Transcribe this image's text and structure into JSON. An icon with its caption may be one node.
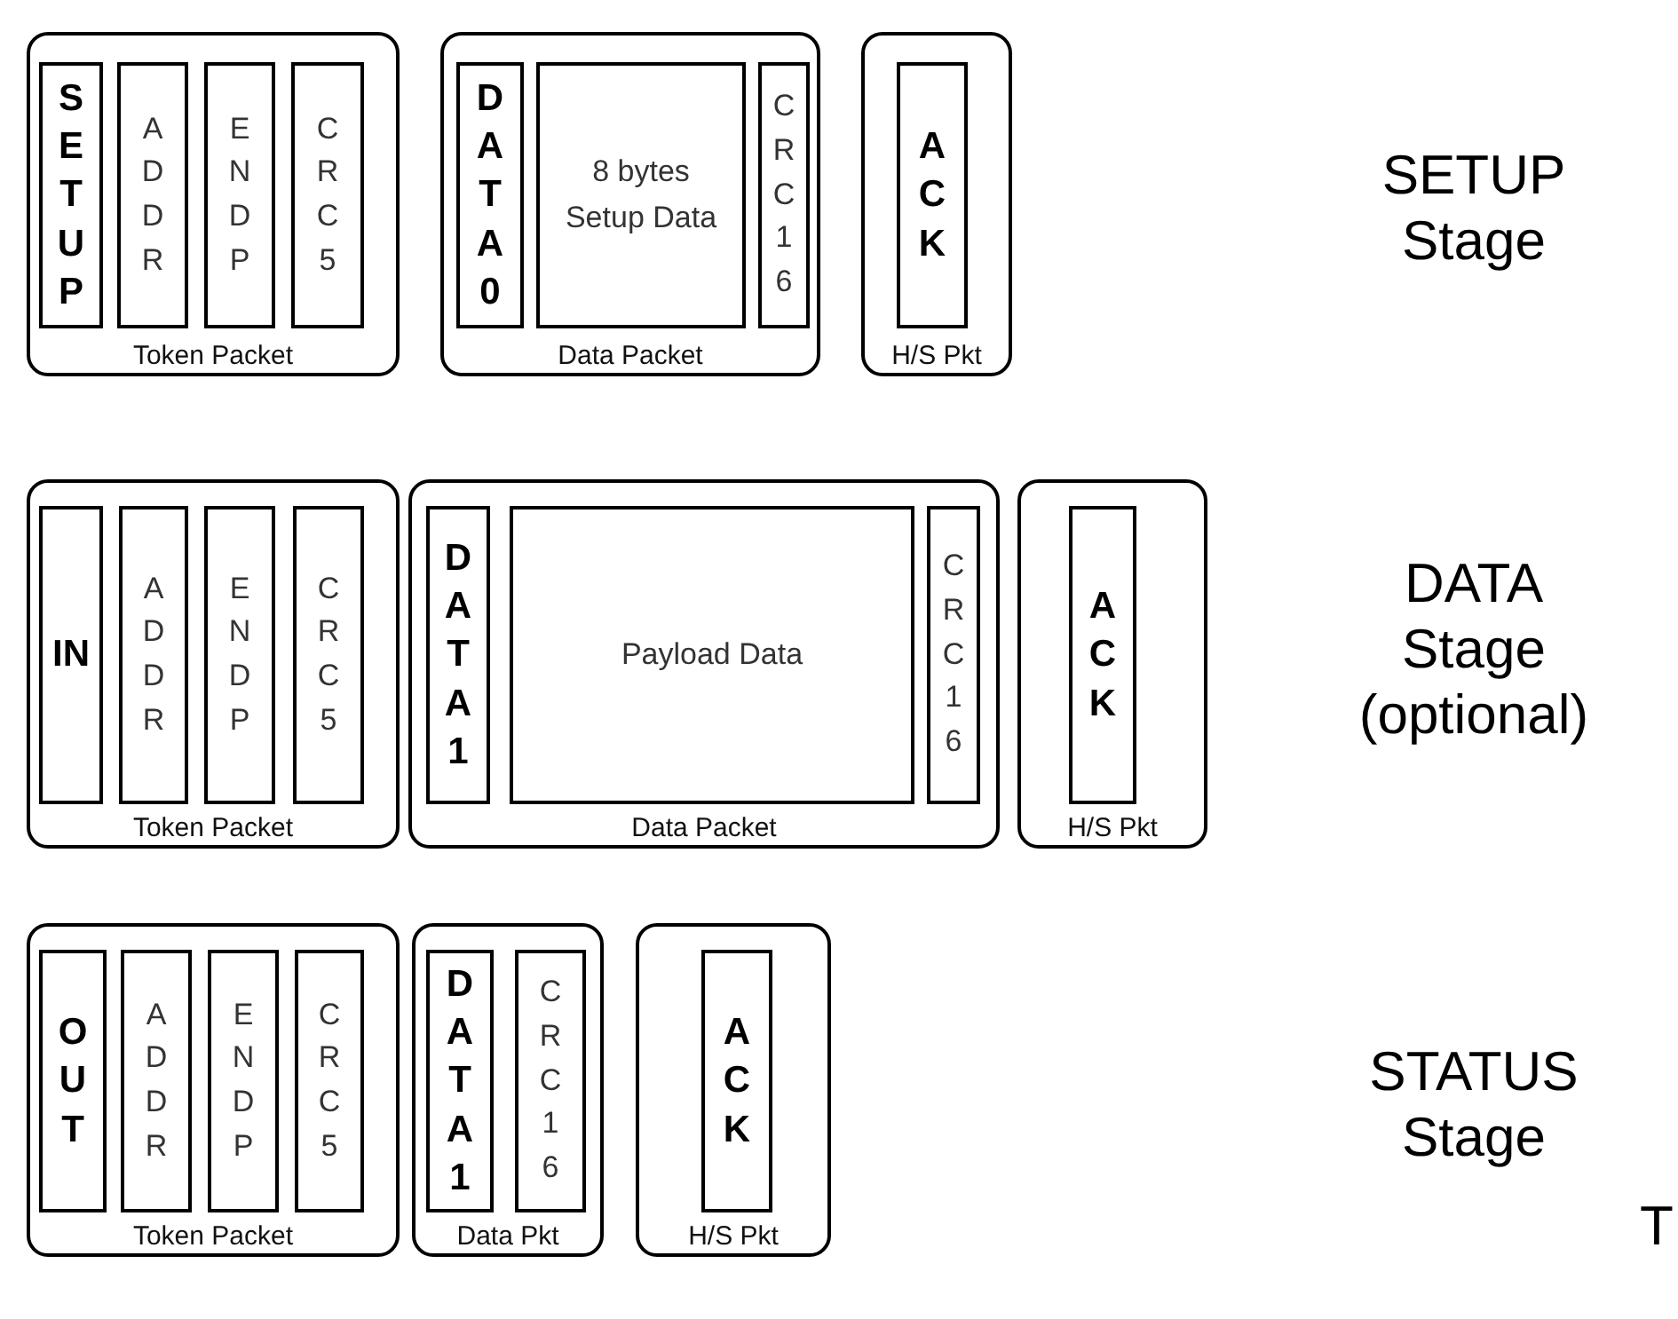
{
  "diagram": {
    "nodes": [
      {
        "text": [
          "Token Packet"
        ]
      },
      {
        "text": [
          "SETUP"
        ],
        "in": 0
      },
      {
        "text": [
          "ADDR"
        ],
        "in": 0
      },
      {
        "text": [
          "ENDP"
        ],
        "in": 0
      },
      {
        "text": [
          "CRC5"
        ],
        "in": 0
      },
      {
        "text": [
          "Data Packet"
        ]
      },
      {
        "text": [
          "DATA0"
        ],
        "in": 5
      },
      {
        "text": [
          "8 bytes Setup Data"
        ],
        "in": 5
      },
      {
        "text": [
          "CRC16"
        ],
        "in": 5
      },
      {
        "text": [
          "H/S Pkt"
        ]
      },
      {
        "text": [
          "ACK"
        ],
        "in": 9
      },
      {
        "text": [
          "Token Packet"
        ]
      },
      {
        "text": [
          "IN"
        ],
        "in": 11
      },
      {
        "text": [
          "ADDR"
        ],
        "in": 11
      },
      {
        "text": [
          "ENDP"
        ],
        "in": 11
      },
      {
        "text": [
          "CRC5"
        ],
        "in": 11
      },
      {
        "text": [
          "Data Packet"
        ]
      },
      {
        "text": [
          "DATA1"
        ],
        "in": 16
      },
      {
        "text": [
          "Payload Data"
        ],
        "in": 16
      },
      {
        "text": [
          "CRC16"
        ],
        "in": 16
      },
      {
        "text": [
          "H/S Pkt"
        ]
      },
      {
        "text": [
          "ACK"
        ],
        "in": 20
      },
      {
        "text": [
          "Token Packet"
        ]
      },
      {
        "text": [
          "OUT"
        ],
        "in": 22
      },
      {
        "text": [
          "ADDR"
        ],
        "in": 22
      },
      {
        "text": [
          "ENDP"
        ],
        "in": 22
      },
      {
        "text": [
          "CRC5"
        ],
        "in": 22
      },
      {
        "text": [
          "Data Pkt"
        ]
      },
      {
        "text": [
          "DATA1"
        ],
        "in": 27
      },
      {
        "text": [
          "CRC16"
        ],
        "in": 27
      },
      {
        "text": [
          "H/S Pkt"
        ]
      },
      {
        "text": [
          "ACK"
        ],
        "in": 30
      }
    ],
    "labels": [
      "SETUP Stage",
      "DATA Stage (optional)",
      "STATUS Stage",
      "T"
    ]
  }
}
